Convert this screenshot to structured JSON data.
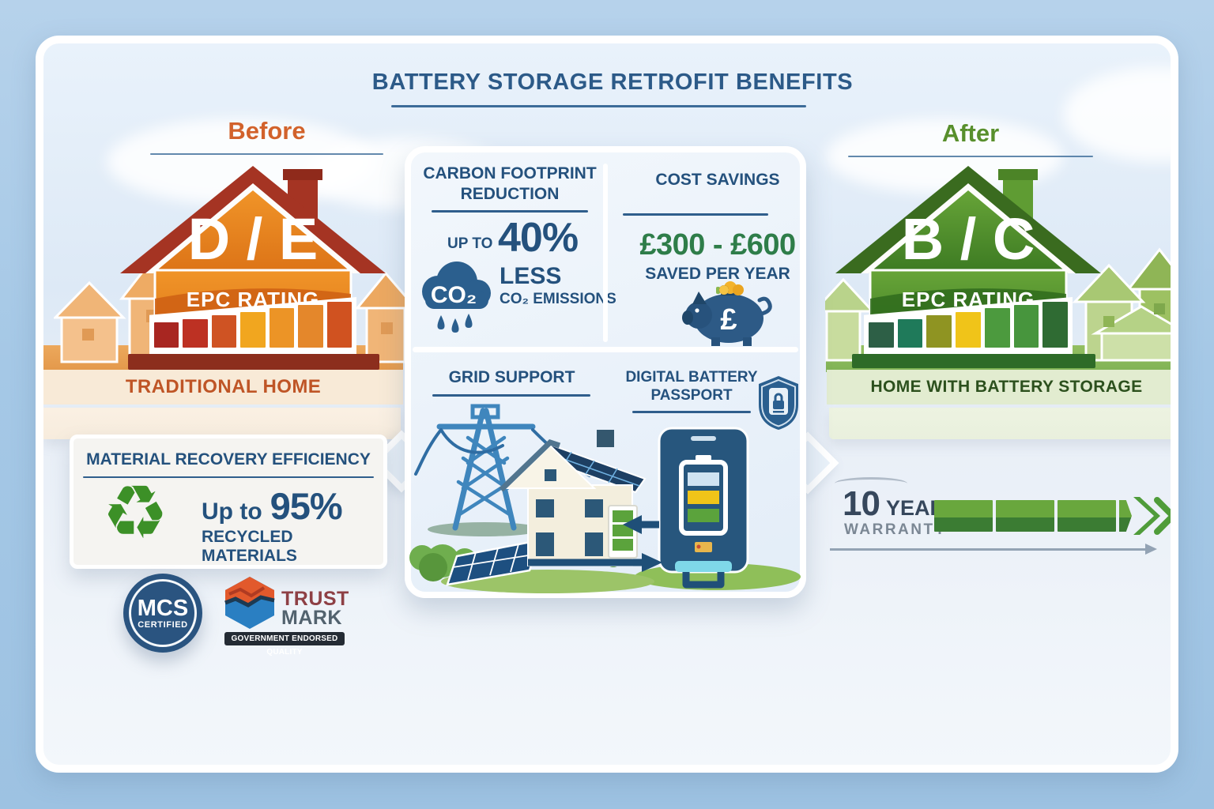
{
  "title": "BATTERY STORAGE RETROFIT BENEFITS",
  "before": {
    "label": "Before",
    "epc_value": "D / E",
    "epc_label": "EPC RATING",
    "caption": "TRADITIONAL HOME"
  },
  "after": {
    "label": "After",
    "epc_value": "B / C",
    "epc_label": "EPC RATING",
    "caption": "HOME WITH BATTERY STORAGE"
  },
  "carbon": {
    "title_line1": "CARBON FOOTPRINT",
    "title_line2": "REDUCTION",
    "prefix": "UP TO",
    "value": "40%",
    "emphasis": "LESS",
    "suffix": "CO₂ EMISSIONS",
    "cloud_label": "CO₂"
  },
  "cost": {
    "title": "COST SAVINGS",
    "value": "£300 - £600",
    "subtitle": "SAVED PER YEAR",
    "piggy_symbol": "£"
  },
  "grid": {
    "title": "GRID SUPPORT"
  },
  "passport": {
    "title_line1": "DIGITAL BATTERY",
    "title_line2": "PASSPORT"
  },
  "material": {
    "title": "MATERIAL RECOVERY EFFICIENCY",
    "prefix": "Up to",
    "value": "95%",
    "subtitle": "RECYCLED MATERIALS",
    "recycle_glyph": "♻"
  },
  "badges": {
    "mcs_title": "MCS",
    "mcs_subtitle": "CERTIFIED",
    "trustmark_line1": "TRUST",
    "trustmark_line2": "MARK",
    "trustmark_subtitle": "GOVERNMENT ENDORSED QUALITY"
  },
  "warranty": {
    "value": "10",
    "unit": "YEAR",
    "label": "WARRANTY",
    "segments": 3
  },
  "epc_strip": {
    "before_colors": [
      "#a82621",
      "#bd3123",
      "#cf5323",
      "#f1a61f",
      "#ec9426",
      "#e4872b",
      "#d05220"
    ],
    "after_colors": [
      "#2d5f46",
      "#1f7a5a",
      "#8f9422",
      "#f0c419",
      "#4c9a3e",
      "#47953d",
      "#2f6b33"
    ]
  },
  "colors": {
    "title_blue": "#2c5a88",
    "before_orange": "#d2622b",
    "after_green": "#588f2c",
    "money_green": "#2e7d49",
    "warranty_light": "#69a73d",
    "warranty_dark": "#3b7c33"
  }
}
